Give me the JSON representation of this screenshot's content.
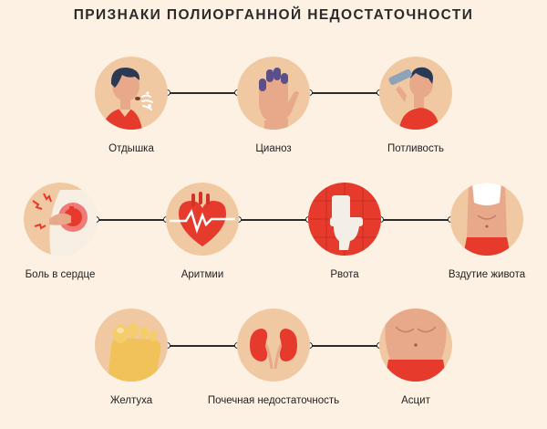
{
  "title": "ПРИЗНАКИ ПОЛИОРГАННОЙ НЕДОСТАТОЧНОСТИ",
  "colors": {
    "background": "#fdf1e4",
    "circle": "#f0c9a3",
    "accent": "#e53a2c",
    "line": "#2b2b2b"
  },
  "symptoms": [
    {
      "label": "Отдышка",
      "icon": "breathing-person-icon"
    },
    {
      "label": "Цианоз",
      "icon": "cyanotic-hand-icon"
    },
    {
      "label": "Потливость",
      "icon": "drinking-person-icon"
    },
    {
      "label": "Боль в сердце",
      "icon": "chest-pain-icon"
    },
    {
      "label": "Аритмии",
      "icon": "heart-pulse-icon"
    },
    {
      "label": "Рвота",
      "icon": "toilet-icon"
    },
    {
      "label": "Вздутие живота",
      "icon": "bloated-belly-icon"
    },
    {
      "label": "Желтуха",
      "icon": "yellow-foot-icon"
    },
    {
      "label": "Почечная недостаточность",
      "icon": "kidneys-icon"
    },
    {
      "label": "Асцит",
      "icon": "ascites-belly-icon"
    }
  ]
}
